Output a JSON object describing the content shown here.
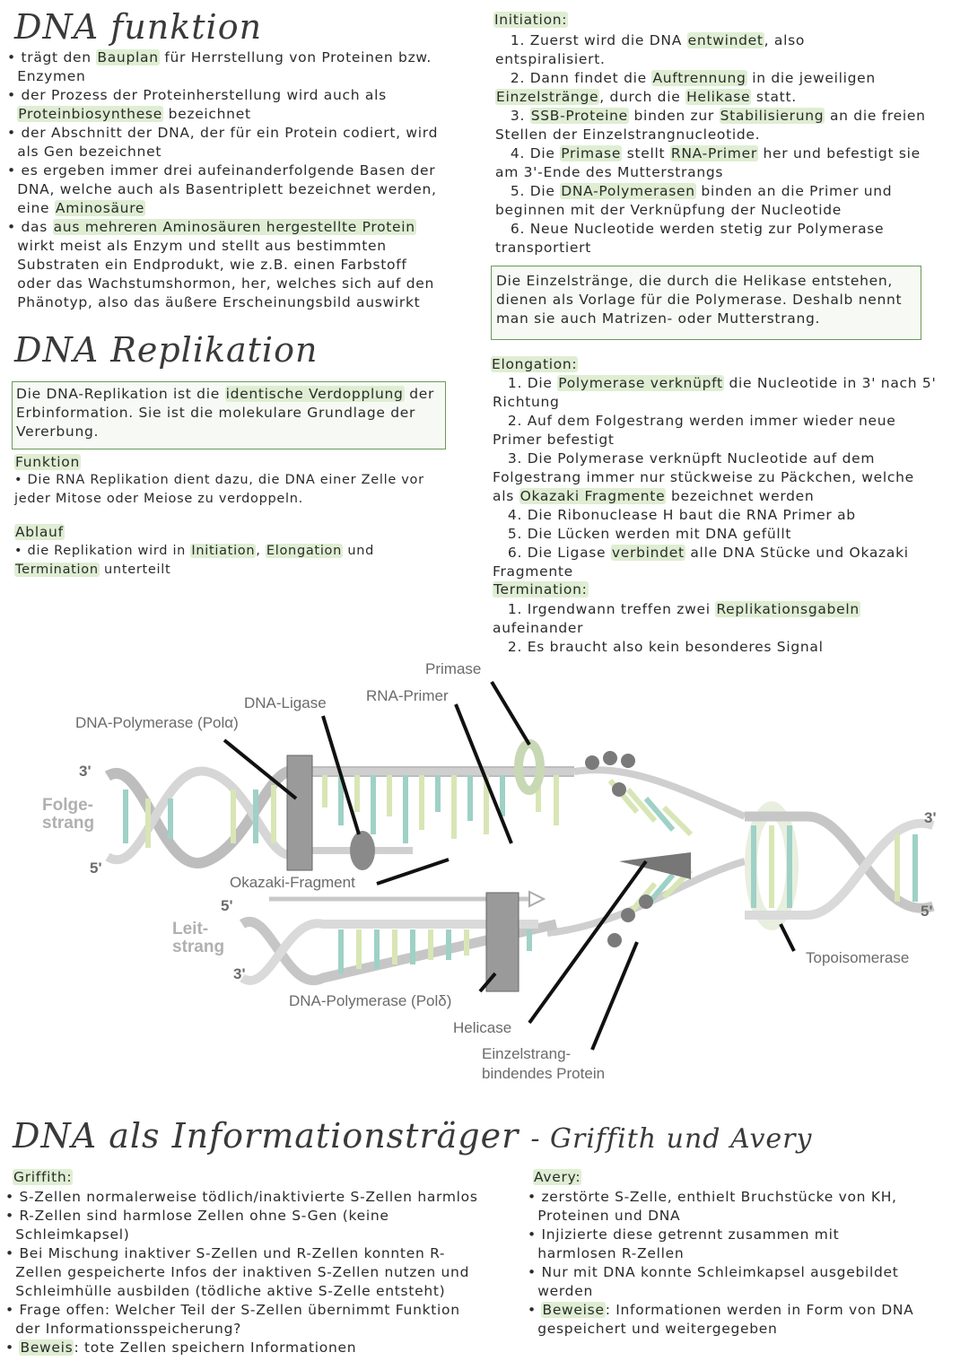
{
  "titles": {
    "funktion": "DNA funktion",
    "replikation": "DNA Replikation",
    "info": "DNA als Informationsträger",
    "info_sub": "- Griffith und Avery"
  },
  "funktion_lines": [
    [
      "• trägt den ",
      {
        "h": "Bauplan"
      },
      " für Herrstellung von Proteinen bzw."
    ],
    [
      "  Enzymen"
    ],
    [
      "• der Prozess der Proteinherstellung wird auch als"
    ],
    [
      "  ",
      {
        "h": "Proteinbiosynthese"
      },
      " bezeichnet"
    ],
    [
      "• der Abschnitt der DNA, der für ein Protein codiert, wird"
    ],
    [
      "  als Gen bezeichnet"
    ],
    [
      "• es ergeben immer drei aufeinanderfolgende Basen der"
    ],
    [
      "  DNA, welche auch als Basentriplett bezeichnet werden,"
    ],
    [
      "  eine ",
      {
        "h": "Aminosäure"
      }
    ],
    [
      "• das ",
      {
        "h": "aus mehreren Aminosäuren hergestellte Protein"
      }
    ],
    [
      "  wirkt meist als Enzym und stellt aus bestimmten"
    ],
    [
      "  Substraten ein Endprodukt, wie z.B. einen Farbstoff"
    ],
    [
      "  oder das Wachstumshormon, her, welches sich auf den"
    ],
    [
      "  Phänotyp, also das äußere Erscheinungsbild auswirkt"
    ]
  ],
  "replikation_box_lines": [
    [
      "Die DNA-Replikation ist die ",
      {
        "h": "identische Verdopplung"
      },
      " der"
    ],
    [
      "Erbinformation. Sie ist die molekulare Grundlage der"
    ],
    [
      "Vererbung."
    ]
  ],
  "funktion2_head": "Funktion",
  "funktion2_lines": [
    [
      "• Die RNA Replikation dient dazu, die DNA einer Zelle vor"
    ],
    [
      "jeder Mitose oder Meiose zu verdoppeln."
    ]
  ],
  "ablauf_head": "Ablauf",
  "ablauf_lines": [
    [
      "• die Replikation wird in ",
      {
        "h": "Initiation"
      },
      ", ",
      {
        "h": "Elongation"
      },
      " und"
    ],
    [
      {
        "h": "Termination"
      },
      " unterteilt"
    ]
  ],
  "initiation_head": "Initiation:",
  "initiation_lines": [
    [
      "   1. Zuerst wird die DNA ",
      {
        "h": "entwindet"
      },
      ", also"
    ],
    [
      "entspiralisiert."
    ],
    [
      "   2. Dann findet die ",
      {
        "h": "Auftrennung"
      },
      " in die jeweiligen"
    ],
    [
      {
        "h": "Einzelstränge"
      },
      ", durch die ",
      {
        "h": "Helikase"
      },
      " statt."
    ],
    [
      "   3. ",
      {
        "h": "SSB-Proteine"
      },
      " binden zur ",
      {
        "h": "Stabilisierung"
      },
      " an die freien"
    ],
    [
      "Stellen der Einzelstrangnucleotide."
    ],
    [
      "   4. Die ",
      {
        "h": "Primase"
      },
      " stellt ",
      {
        "h": "RNA-Primer"
      },
      " her und befestigt sie"
    ],
    [
      "am 3'-Ende des Mutterstrangs"
    ],
    [
      "   5. Die ",
      {
        "h": "DNA-Polymerasen"
      },
      " binden an die Primer und"
    ],
    [
      "beginnen mit der Verknüpfung der Nucleotide"
    ],
    [
      "   6. Neue Nucleotide werden stetig zur Polymerase"
    ],
    [
      "transportiert"
    ]
  ],
  "vorlage_box_lines": [
    [
      "Die Einzelstränge, die durch die Helikase entstehen,"
    ],
    [
      "dienen als Vorlage für die Polymerase. Deshalb nennt"
    ],
    [
      "man sie auch Matrizen- oder Mutterstrang."
    ]
  ],
  "elongation_head": "Elongation:",
  "elongation_lines": [
    [
      "   1. Die ",
      {
        "h": "Polymerase verknüpft"
      },
      " die Nucleotide in 3' nach 5'"
    ],
    [
      "Richtung"
    ],
    [
      "   2. Auf dem Folgestrang werden immer wieder neue"
    ],
    [
      "Primer befestigt"
    ],
    [
      "   3. Die Polymerase verknüpft Nucleotide auf dem"
    ],
    [
      "Folgestrang immer nur stückweise zu Päckchen, welche"
    ],
    [
      "als ",
      {
        "h": "Okazaki Fragmente"
      },
      " bezeichnet werden"
    ],
    [
      "   4. Die Ribonuclease H baut die RNA Primer ab"
    ],
    [
      "   5. Die Lücken werden mit DNA gefüllt"
    ],
    [
      "   6. Die Ligase ",
      {
        "h": "verbindet"
      },
      " alle DNA Stücke und Okazaki"
    ],
    [
      "Fragmente"
    ]
  ],
  "termination_head": "Termination:",
  "termination_lines": [
    [
      "   1. Irgendwann treffen zwei ",
      {
        "h": "Replikationsgabeln"
      }
    ],
    [
      "aufeinander"
    ],
    [
      "   2. Es braucht also kein besonderes Signal"
    ]
  ],
  "diagram_labels": {
    "primase": "Primase",
    "ligase": "DNA-Ligase",
    "primer": "RNA-Primer",
    "pol_a": "DNA-Polymerase (Polα)",
    "three_top": "3'",
    "folge1": "Folge-",
    "folge2": "strang",
    "five_left": "5'",
    "okazaki": "Okazaki-Fragment",
    "five_leit": "5'",
    "leit1": "Leit-",
    "leit2": "strang",
    "three_leit": "3'",
    "pol_d": "DNA-Polymerase (Polδ)",
    "helicase": "Helicase",
    "ssb1": "Einzelstrang-",
    "ssb2": "bindendes Protein",
    "topo": "Topoisomerase",
    "three_right": "3'",
    "five_right": "5'"
  },
  "griffith_head": "Griffith:",
  "griffith_lines": [
    [
      "• S-Zellen normalerweise tödlich/inaktivierte S-Zellen harmlos"
    ],
    [
      "• R-Zellen sind harmlose Zellen ohne S-Gen (keine"
    ],
    [
      "  Schleimkapsel)"
    ],
    [
      "• Bei Mischung inaktiver S-Zellen und R-Zellen konnten R-"
    ],
    [
      "  Zellen gespeicherte Infos der inaktiven S-Zellen nutzen und"
    ],
    [
      "  Schleimhülle ausbilden (tödliche aktive S-Zelle entsteht)"
    ],
    [
      "• Frage offen: Welcher Teil der S-Zellen übernimmt Funktion"
    ],
    [
      "  der Informationsspeicherung?"
    ],
    [
      "• ",
      {
        "h": "Beweis"
      },
      ": tote Zellen speichern Informationen"
    ]
  ],
  "avery_head": "Avery:",
  "avery_lines": [
    [
      "• zerstörte S-Zelle, enthielt Bruchstücke von KH,"
    ],
    [
      "  Proteinen und DNA"
    ],
    [
      "• Injizierte diese getrennt zusammen mit"
    ],
    [
      "  harmlosen R-Zellen"
    ],
    [
      "• Nur mit DNA konnte Schleimkapsel ausgebildet"
    ],
    [
      "  werden"
    ],
    [
      "• ",
      {
        "h": "Beweise"
      },
      ": Informationen werden in Form von DNA"
    ],
    [
      "  gespeichert und weitergegeben"
    ]
  ]
}
